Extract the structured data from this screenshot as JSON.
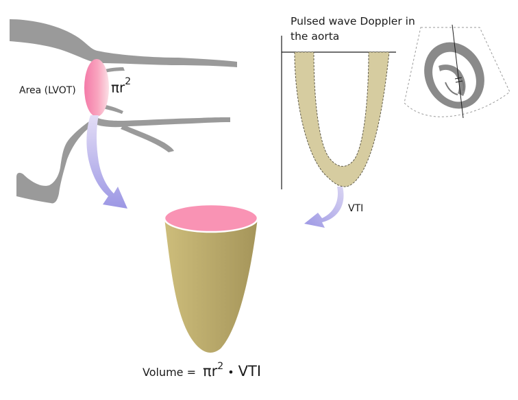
{
  "labels": {
    "area_lvot": "Area (LVOT)",
    "pi_r": "πr",
    "pi_r_exp": "2",
    "doppler_title": "Pulsed wave Doppler in the aorta",
    "vti": "VTI"
  },
  "formula": {
    "lhs": "Volume =",
    "pi_r": "πr",
    "exp": "2",
    "dot": "•",
    "vti": "VTI"
  },
  "colors": {
    "vessel_gray": "#9a9a9a",
    "lvot_pink": "#f99bb8",
    "cone_olive": "#b1a062",
    "doppler_tan": "#d6cca0",
    "arrow_lavender": "#a7a2e6"
  }
}
